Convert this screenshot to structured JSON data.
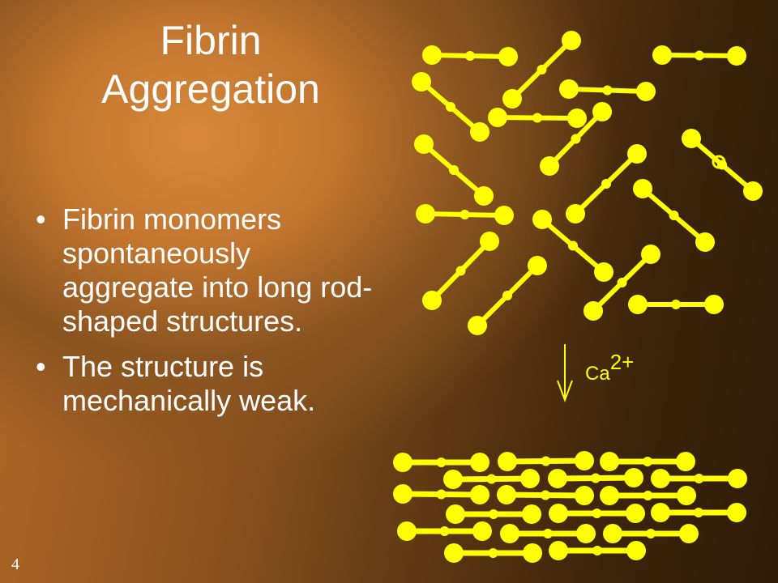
{
  "slide": {
    "title": "Fibrin Aggregation",
    "bullets": [
      "Fibrin monomers spontaneously aggregate into long rod-shaped structures.",
      "The structure is mechanically weak."
    ],
    "bullet_glyph": "•",
    "page_number": "4"
  },
  "diagram": {
    "ion_label": "Ca",
    "ion_charge": "2+",
    "monomer_color": "#ffff00"
  }
}
